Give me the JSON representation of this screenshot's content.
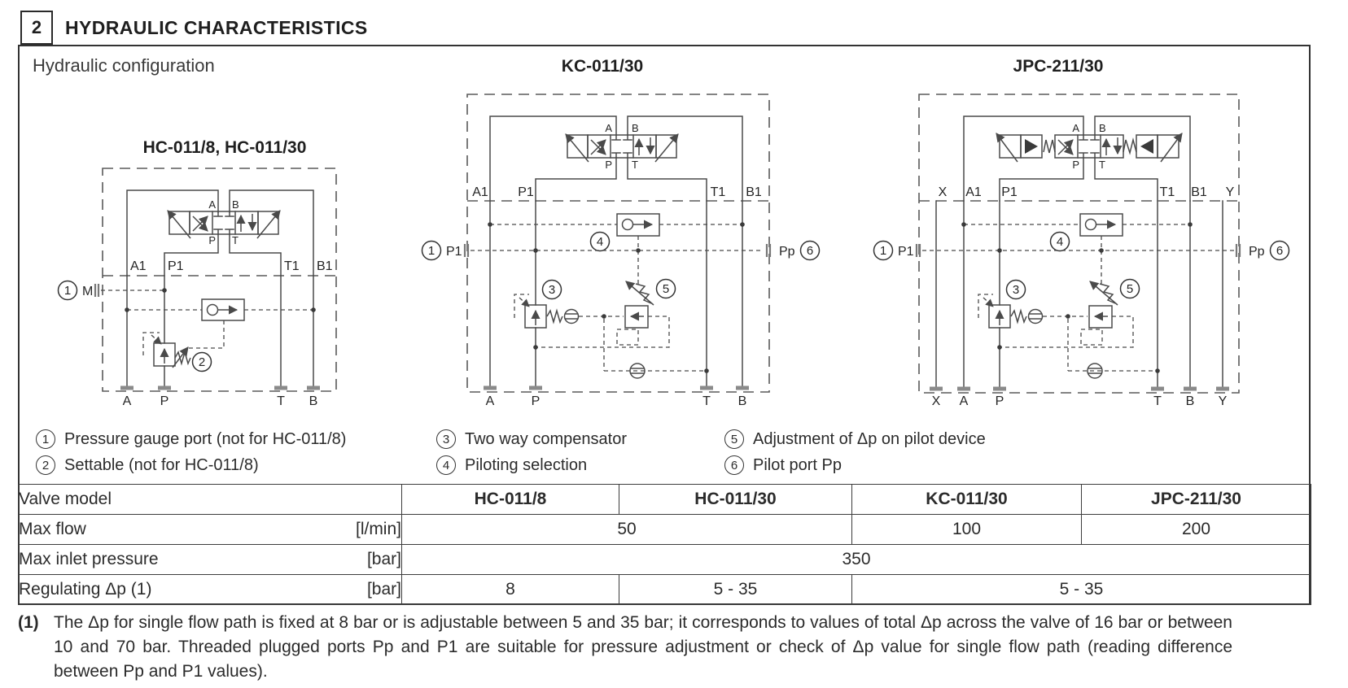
{
  "colors": {
    "ink": "#1f1f1f",
    "diagram_line": "#4a4a4a",
    "background": "#ffffff"
  },
  "header": {
    "section_number": "2",
    "title": "HYDRAULIC CHARACTERISTICS"
  },
  "figure": {
    "label": "Hydraulic configuration",
    "diagrams": [
      {
        "title": "HC-011/8, HC-011/30",
        "valve_ports": {
          "a": "A",
          "b": "B",
          "p": "P",
          "t": "T"
        },
        "rail_ports": [
          "A1",
          "P1",
          "T1",
          "B1"
        ],
        "bottom_ports": [
          "A",
          "P",
          "T",
          "B"
        ],
        "gauge_port": "M",
        "callout_gauge": "1",
        "callout_settable": "2"
      },
      {
        "title": "KC-011/30",
        "valve_ports": {
          "a": "A",
          "b": "B",
          "p": "P",
          "t": "T"
        },
        "rail_ports": [
          "A1",
          "P1",
          "T1",
          "B1"
        ],
        "bottom_ports": [
          "A",
          "P",
          "T",
          "B"
        ],
        "left_port": "P1",
        "right_port": "Pp",
        "callout_gauge": "1",
        "callout_compensator": "3",
        "callout_piloting": "4",
        "callout_adjustment": "5",
        "callout_pilot_port": "6"
      },
      {
        "title": "JPC-211/30",
        "valve_ports": {
          "a": "A",
          "b": "B",
          "p": "P",
          "t": "T"
        },
        "rail_ports": [
          "X",
          "A1",
          "P1",
          "T1",
          "B1",
          "Y"
        ],
        "bottom_ports": [
          "X",
          "A",
          "P",
          "T",
          "B",
          "Y"
        ],
        "left_port": "P1",
        "right_port": "Pp",
        "callout_gauge": "1",
        "callout_compensator": "3",
        "callout_piloting": "4",
        "callout_adjustment": "5",
        "callout_pilot_port": "6"
      }
    ],
    "legend": [
      {
        "num": "1",
        "text": "Pressure gauge port (not for HC-011/8)"
      },
      {
        "num": "2",
        "text": "Settable (not for HC-011/8)"
      },
      {
        "num": "3",
        "text": "Two way compensator"
      },
      {
        "num": "4",
        "text": "Piloting selection"
      },
      {
        "num": "5",
        "text": "Adjustment of Δp on pilot device"
      },
      {
        "num": "6",
        "text": "Pilot port Pp"
      }
    ]
  },
  "table": {
    "model_row_label": "Valve model",
    "models": [
      "HC-011/8",
      "HC-011/30",
      "KC-011/30",
      "JPC-211/30"
    ],
    "rows": [
      {
        "label": "Max flow",
        "unit": "[l/min]",
        "cells": [
          {
            "value": "50",
            "span": 2
          },
          {
            "value": "100",
            "span": 1
          },
          {
            "value": "200",
            "span": 1
          }
        ]
      },
      {
        "label": "Max inlet pressure",
        "unit": "[bar]",
        "cells": [
          {
            "value": "350",
            "span": 4
          }
        ]
      },
      {
        "label": "Regulating Δp (1)",
        "unit": "[bar]",
        "cells": [
          {
            "value": "8",
            "span": 1
          },
          {
            "value": "5 - 35",
            "span": 1
          },
          {
            "value": "5 - 35",
            "span": 2
          }
        ]
      }
    ]
  },
  "footnote": {
    "marker": "(1)",
    "text": "The Δp for single flow path is fixed at 8 bar or is adjustable between 5 and 35 bar; it corresponds to values of total Δp across the valve of 16 bar or between 10 and 70 bar. Threaded plugged ports Pp and P1 are suitable for pressure adjustment or check of Δp value for single flow path (reading difference between Pp and P1 values)."
  }
}
